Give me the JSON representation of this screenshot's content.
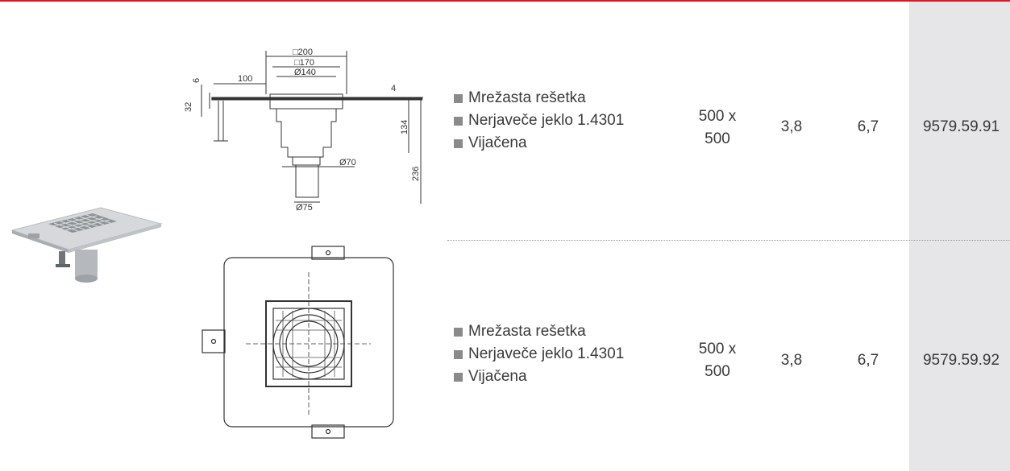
{
  "rows": [
    {
      "features": [
        "Mrežasta rešetka",
        "Nerjaveče jeklo 1.4301",
        "Vijačena"
      ],
      "size_line1": "500 x",
      "size_line2": "500",
      "value_a": "3,8",
      "value_b": "6,7",
      "article_no": "9579.59.91"
    },
    {
      "features": [
        "Mrežasta rešetka",
        "Nerjaveče jeklo 1.4301",
        "Vijačena"
      ],
      "size_line1": "500 x",
      "size_line2": "500",
      "value_a": "3,8",
      "value_b": "6,7",
      "article_no": "9579.59.92"
    }
  ],
  "drawing_dimensions": {
    "outer_square": "□200",
    "inner_square": "□170",
    "top_diameter": "Ø140",
    "flange_width": "100",
    "flange_thickness": "6",
    "left_height": "32",
    "sheet_thickness": "4",
    "body_height": "134",
    "total_height": "236",
    "outlet_diameter": "Ø70",
    "pipe_diameter": "Ø75"
  },
  "colors": {
    "accent": "#c8202a",
    "sidebar": "#e6e6e8",
    "text": "#3a3a3a"
  }
}
